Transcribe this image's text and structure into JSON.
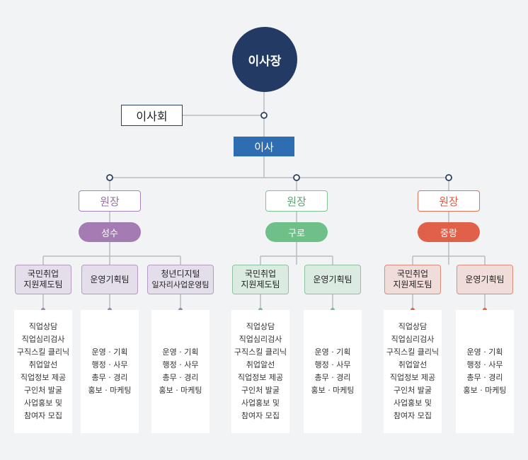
{
  "chairman": "이사장",
  "board": "이사회",
  "director": "이사",
  "centers": [
    {
      "head": "원장",
      "name": "성수",
      "color": "#a47cb3",
      "teams": [
        {
          "line1": "국민취업",
          "line2": "지원제도팀",
          "duties": [
            "직업상담",
            "직업심리검사",
            "구직스킬 클리닉",
            "취업알선",
            "직업정보 제공",
            "구인처 발굴",
            "사업홍보 및",
            "참여자 모집"
          ]
        },
        {
          "line1": "운영기획팀",
          "line2": "",
          "duties": [
            "운영 · 기획",
            "행정 · 사무",
            "총무 · 경리",
            "홍보 · 마케팅"
          ]
        },
        {
          "line1": "청년디지털",
          "line2": "일자리사업운영팀",
          "duties": [
            "운영 · 기획",
            "행정 · 사무",
            "총무 · 경리",
            "홍보 · 마케팅"
          ]
        }
      ]
    },
    {
      "head": "원장",
      "name": "구로",
      "color": "#6fbf88",
      "teams": [
        {
          "line1": "국민취업",
          "line2": "지원제도팀",
          "duties": [
            "직업상담",
            "직업심리검사",
            "구직스킬 클리닉",
            "취업알선",
            "직업정보 제공",
            "구인처 발굴",
            "사업홍보 및",
            "참여자 모집"
          ]
        },
        {
          "line1": "운영기획팀",
          "line2": "",
          "duties": [
            "운영 · 기획",
            "행정 · 사무",
            "총무 · 경리",
            "홍보 · 마케팅"
          ]
        }
      ]
    },
    {
      "head": "원장",
      "name": "중랑",
      "color": "#e0604a",
      "teams": [
        {
          "line1": "국민취업",
          "line2": "지원제도팀",
          "duties": [
            "직업상담",
            "직업심리검사",
            "구직스킬 클리닉",
            "취업알선",
            "직업정보 제공",
            "구인처 발굴",
            "사업홍보 및",
            "참여자 모집"
          ]
        },
        {
          "line1": "운영기획팀",
          "line2": "",
          "duties": [
            "운영 · 기획",
            "행정 · 사무",
            "총무 · 경리",
            "홍보 · 마케팅"
          ]
        }
      ]
    }
  ]
}
